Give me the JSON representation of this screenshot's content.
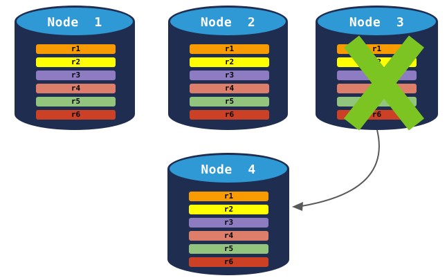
{
  "colors": {
    "background": "#FFFFFF",
    "cylinder_body": "#1E2D50",
    "cylinder_top": "#2E99D5",
    "node_label_text": "#FFFFFF",
    "bar_text": "#000000",
    "x_mark": "#7CC421",
    "arrow": "#595959"
  },
  "nodes": [
    {
      "label": "Node  1",
      "failed": false,
      "partitions": [
        {
          "label": "r1",
          "color": "#F89B00"
        },
        {
          "label": "r2",
          "color": "#FFFF00"
        },
        {
          "label": "r3",
          "color": "#8E7CC3"
        },
        {
          "label": "r4",
          "color": "#DD7E6B"
        },
        {
          "label": "r5",
          "color": "#93C47D"
        },
        {
          "label": "r6",
          "color": "#CC4125"
        }
      ]
    },
    {
      "label": "Node  2",
      "failed": false,
      "partitions": [
        {
          "label": "r1",
          "color": "#F89B00"
        },
        {
          "label": "r2",
          "color": "#FFFF00"
        },
        {
          "label": "r3",
          "color": "#8E7CC3"
        },
        {
          "label": "r4",
          "color": "#DD7E6B"
        },
        {
          "label": "r5",
          "color": "#93C47D"
        },
        {
          "label": "r6",
          "color": "#CC4125"
        }
      ]
    },
    {
      "label": "Node  3",
      "failed": true,
      "partitions": [
        {
          "label": "r1",
          "color": "#F89B00"
        },
        {
          "label": "r2",
          "color": "#FFFF00"
        },
        {
          "label": "r3",
          "color": "#8E7CC3"
        },
        {
          "label": "r4",
          "color": "#DD7E6B"
        },
        {
          "label": "r5",
          "color": "#93C47D"
        },
        {
          "label": "r6",
          "color": "#CC4125"
        }
      ]
    },
    {
      "label": "Node  4",
      "failed": false,
      "partitions": [
        {
          "label": "r1",
          "color": "#F89B00"
        },
        {
          "label": "r2",
          "color": "#FFFF00"
        },
        {
          "label": "r3",
          "color": "#8E7CC3"
        },
        {
          "label": "r4",
          "color": "#DD7E6B"
        },
        {
          "label": "r5",
          "color": "#93C47D"
        },
        {
          "label": "r6",
          "color": "#CC4125"
        }
      ]
    }
  ]
}
